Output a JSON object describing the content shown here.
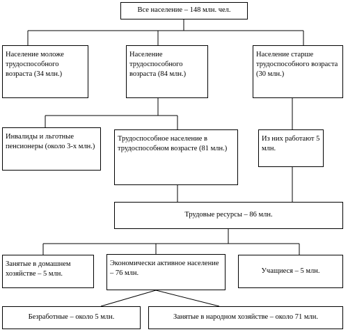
{
  "nodes": {
    "total": "Все население – 148 млн. чел.",
    "below_working_age": "Население моложе трудоспособного возраста (34 млн.)",
    "working_age": "Население трудоспособного возраста (84 млн.)",
    "above_working_age": "Население старше трудоспособного возраста (30 млн.)",
    "disabled_pensioners": "Инвалиды и льготные пенсионеры (около 3-х млн.)",
    "able_working_age": "Трудоспособное население в трудоспособном возрасте (81 млн.)",
    "working_seniors": "Из них работают 5 млн.",
    "labor_resources": "Трудовые ресурсы – 86 млн.",
    "household_employed": "Занятые в домашнем хозяйстве – 5 млн.",
    "economically_active": "Экономически активное население – 76 млн.",
    "students": "Учащиеся – 5 млн.",
    "unemployed": "Безработные – около 5 млн.",
    "employed_national_economy": "Занятые в народном хозяйстве – около 71 млн."
  },
  "colors": {
    "line": "#000000",
    "box_border": "#000000",
    "background": "#ffffff"
  }
}
